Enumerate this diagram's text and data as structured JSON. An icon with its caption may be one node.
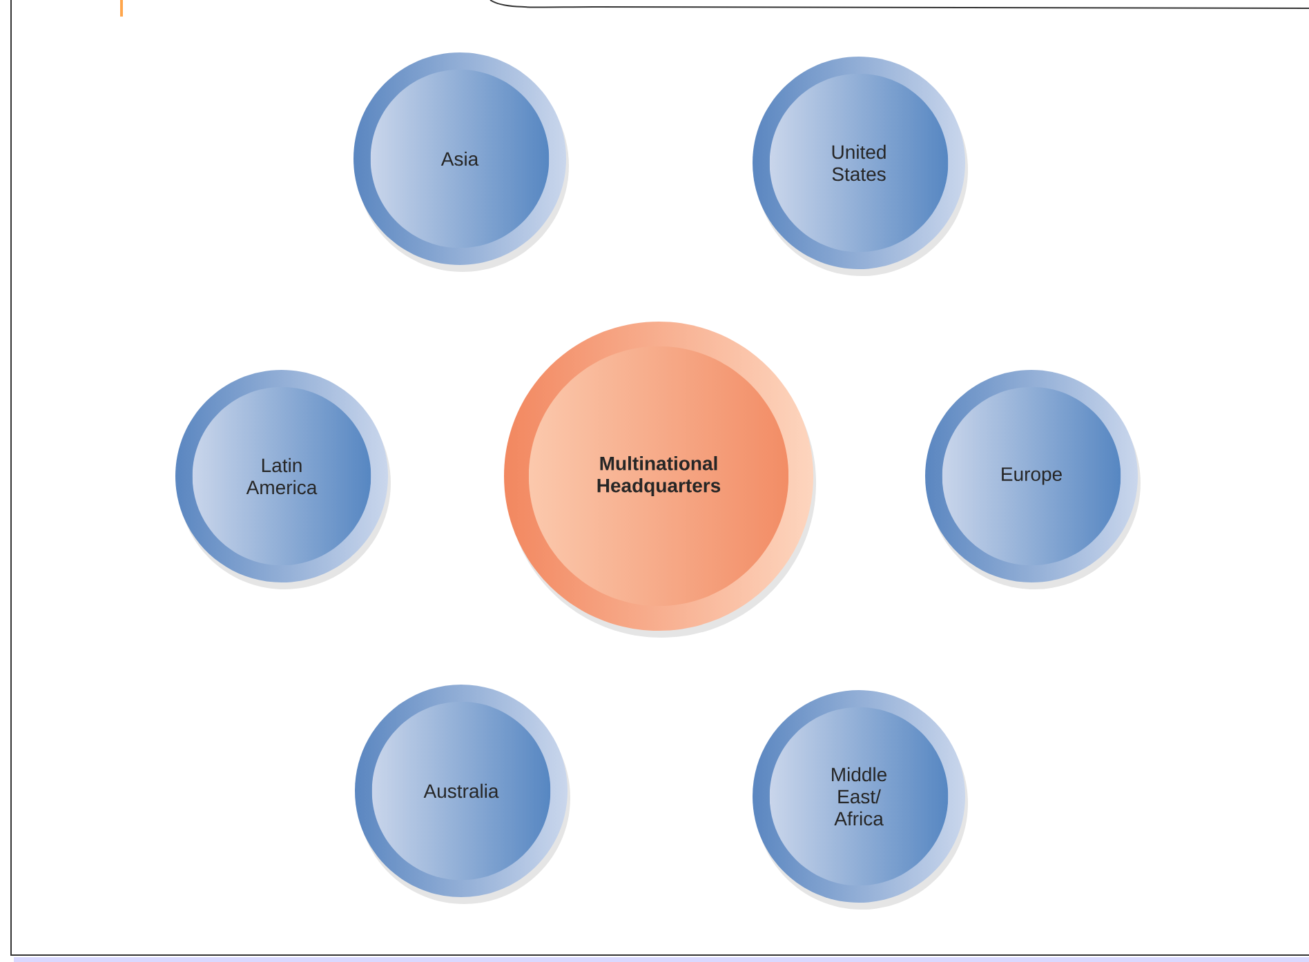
{
  "diagram": {
    "nodes": [
      {
        "text": [
          "Asia"
        ]
      },
      {
        "text": [
          "United States"
        ]
      },
      {
        "text": [
          "Latin America"
        ]
      },
      {
        "text": [
          "Multinational Headquarters"
        ]
      },
      {
        "text": [
          "Europe"
        ]
      },
      {
        "text": [
          "Australia"
        ]
      },
      {
        "text": [
          "Middle East/ Africa"
        ]
      }
    ]
  }
}
